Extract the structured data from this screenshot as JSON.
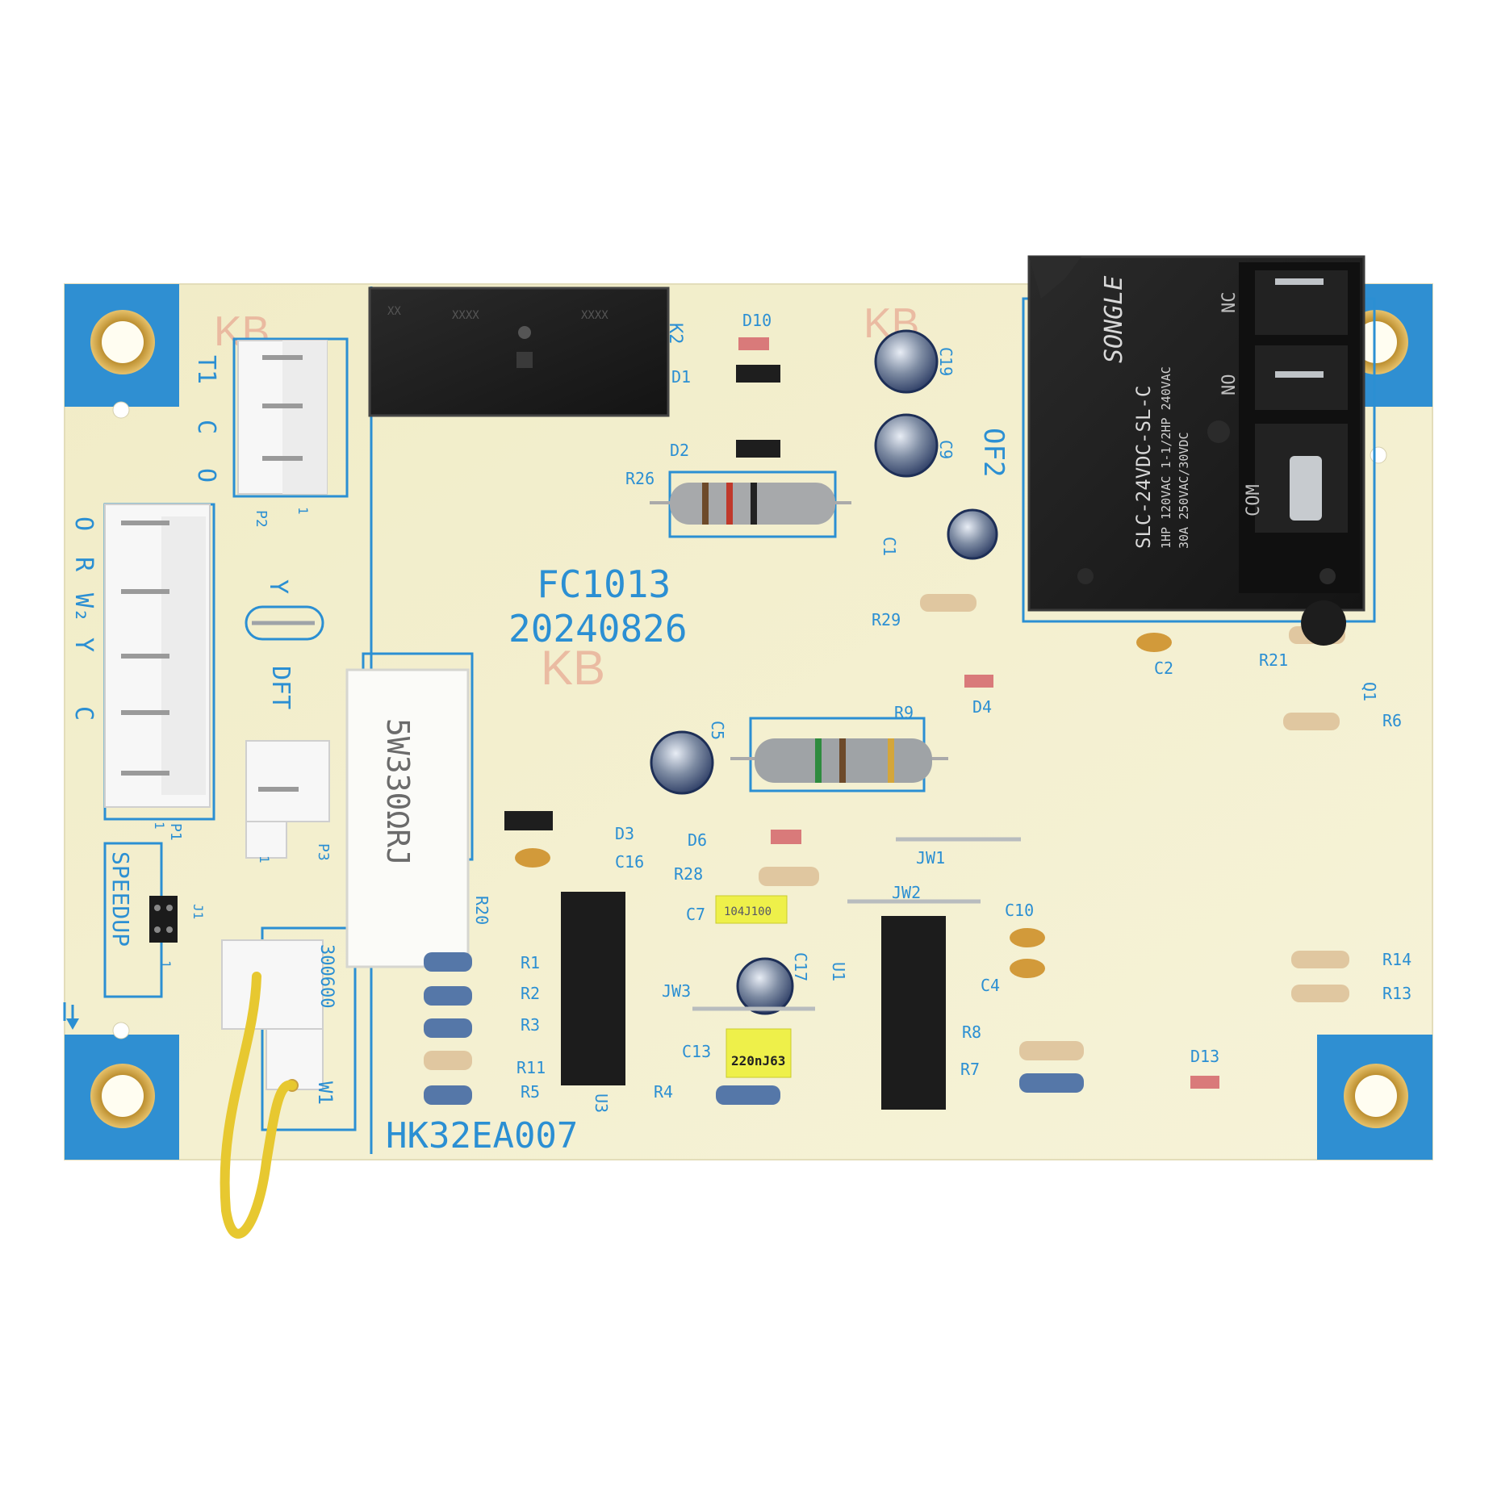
{
  "board": {
    "model_line": "FC1013",
    "date_line": "20240826",
    "part_number": "HK32EA007",
    "watermarks": [
      "KB",
      "KB",
      "KB"
    ]
  },
  "connectors": {
    "p2": {
      "ref": "P2",
      "pin1": "1",
      "pins": [
        "T1",
        "C",
        "O"
      ]
    },
    "p1": {
      "ref": "P1",
      "pin1": "1",
      "pins": [
        "O",
        "R",
        "W₂",
        "Y",
        "C"
      ]
    },
    "p3": {
      "ref": "P3",
      "pin1": "1",
      "label": "DFT"
    },
    "y_jumper": {
      "label": "Y"
    },
    "speedup": {
      "ref": "J1",
      "pin1": "1",
      "label": "SPEEDUP"
    },
    "w1": {
      "ref": "W1",
      "text": "300600"
    }
  },
  "relays": {
    "k2": {
      "ref": "K2",
      "print": [
        "XX",
        "XXXX",
        "XXXX"
      ]
    },
    "k1": {
      "brand": "SONGLE",
      "model": "SLC-24VDC-SL-C",
      "rating1": "1HP 120VAC 1-1/2HP 240VAC",
      "rating2": "30A 250VAC/30VDC",
      "terminals": [
        "NC",
        "NO",
        "COM"
      ],
      "ref": "OF2"
    }
  },
  "parts": {
    "power_resistor": "5W330ΩRJ",
    "c7_mark": "104J100",
    "c13_mark": "220nJ63"
  },
  "designators": [
    "D10",
    "D1",
    "D2",
    "R26",
    "C19",
    "C9",
    "C1",
    "R29",
    "C2",
    "R21",
    "Q1",
    "R6",
    "D4",
    "C5",
    "R9",
    "D3",
    "C16",
    "D6",
    "R28",
    "JW1",
    "R20",
    "C7",
    "JW2",
    "C10",
    "C4",
    "U1",
    "C17",
    "JW3",
    "R1",
    "R2",
    "R3",
    "R11",
    "R5",
    "C13",
    "R4",
    "U3",
    "R8",
    "R7",
    "D13",
    "R14",
    "R13"
  ],
  "colors": {
    "board": "#f4f0cf",
    "silkscreen": "#2b8fd3",
    "pads": "#2f8fd2",
    "relay_body": "#1e1e1e",
    "connector": "#f7f7f7",
    "wire": "#e7c830"
  }
}
